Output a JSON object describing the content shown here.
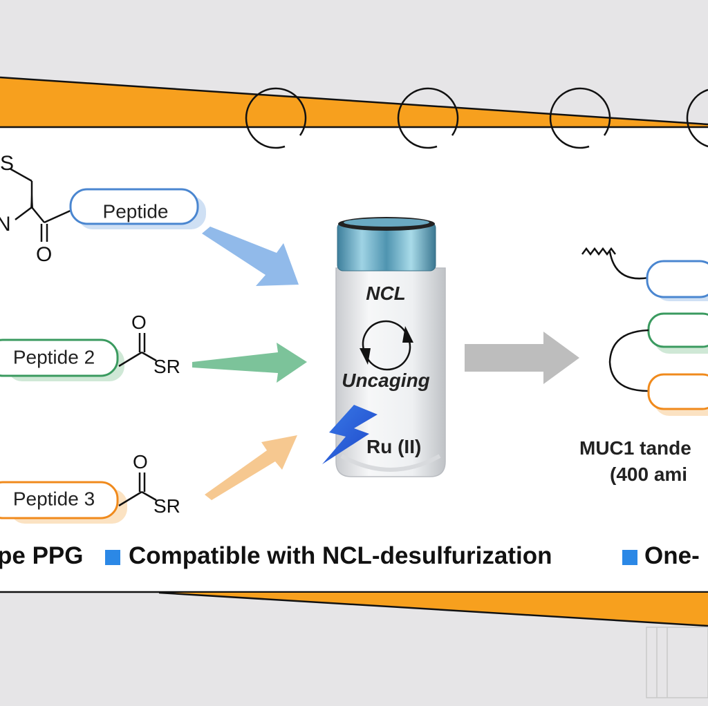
{
  "molecules": {
    "top_label": "Peptide",
    "top_atoms": [
      "S",
      "N",
      "O"
    ],
    "mid_label": "Peptide 2",
    "mid_atoms": [
      "O",
      "SR"
    ],
    "bot_label": "Peptide 3",
    "bot_atoms": [
      "O",
      "SR"
    ]
  },
  "vial": {
    "ncl": "NCL",
    "uncaging": "Uncaging",
    "catalyst": "Ru (II)"
  },
  "product": {
    "line1": "MUC1 tande",
    "line2": "(400 ami"
  },
  "features": {
    "item1": "pe PPG",
    "item2": "Compatible with NCL-desulfurization",
    "item3": "One-"
  },
  "colors": {
    "orange": "#f7a01e",
    "blue": "#4a86d0",
    "green": "#3a9a5f",
    "peach": "#f6c890",
    "gray_arrow": "#bdbdbd",
    "bullet": "#2b88e6"
  }
}
